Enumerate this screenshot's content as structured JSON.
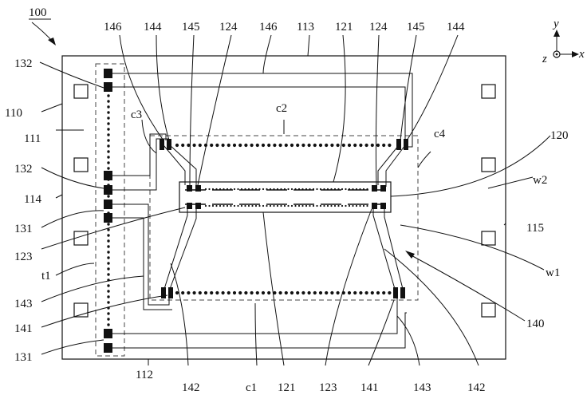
{
  "figure": {
    "id_label": "100",
    "axes": {
      "y": "y",
      "x": "x",
      "z": "z"
    }
  },
  "labels": {
    "l146a": "146",
    "l144a": "144",
    "l145a": "145",
    "l124a": "124",
    "l146b": "146",
    "l113": "113",
    "l121a": "121",
    "l124b": "124",
    "l145b": "145",
    "l144b": "144",
    "l132a": "132",
    "l110": "110",
    "l111": "111",
    "l132b": "132",
    "l114": "114",
    "l131a": "131",
    "l123a": "123",
    "lt1": "t1",
    "l143a": "143",
    "l141a": "141",
    "l131b": "131",
    "lc3": "c3",
    "lc2": "c2",
    "lc4": "c4",
    "l120": "120",
    "lw2": "w2",
    "l115": "115",
    "lw1": "w1",
    "l140": "140",
    "l112": "112",
    "l142a": "142",
    "lc1": "c1",
    "l121b": "121",
    "l123b": "123",
    "l141b": "141",
    "l143b": "143",
    "l142b": "142"
  }
}
